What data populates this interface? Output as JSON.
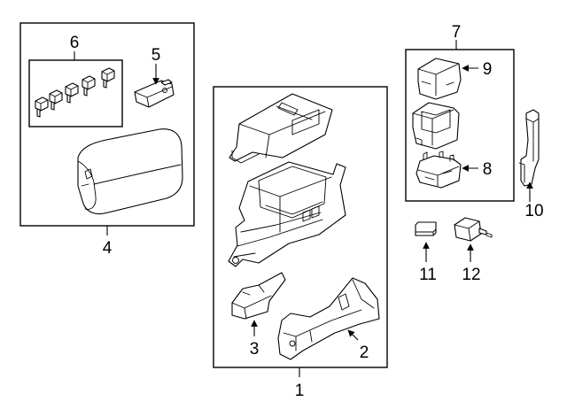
{
  "diagram": {
    "callouts": {
      "c1": "1",
      "c2": "2",
      "c3": "3",
      "c4": "4",
      "c5": "5",
      "c6": "6",
      "c7": "7",
      "c8": "8",
      "c9": "9",
      "c10": "10",
      "c11": "11",
      "c12": "12"
    },
    "parts": [
      {
        "id": 1,
        "icon": "fuse-relay-box-assembly"
      },
      {
        "id": 2,
        "icon": "lower-mounting-bracket"
      },
      {
        "id": 3,
        "icon": "small-bracket"
      },
      {
        "id": 4,
        "icon": "fuse-box-cover"
      },
      {
        "id": 5,
        "icon": "fuse-puller"
      },
      {
        "id": 6,
        "icon": "blade-fuses"
      },
      {
        "id": 7,
        "icon": "relay-box-group"
      },
      {
        "id": 8,
        "icon": "relay-box-base"
      },
      {
        "id": 9,
        "icon": "relay-box-cover"
      },
      {
        "id": 10,
        "icon": "mounting-bracket"
      },
      {
        "id": 11,
        "icon": "mini-relay"
      },
      {
        "id": 12,
        "icon": "relay"
      }
    ]
  }
}
